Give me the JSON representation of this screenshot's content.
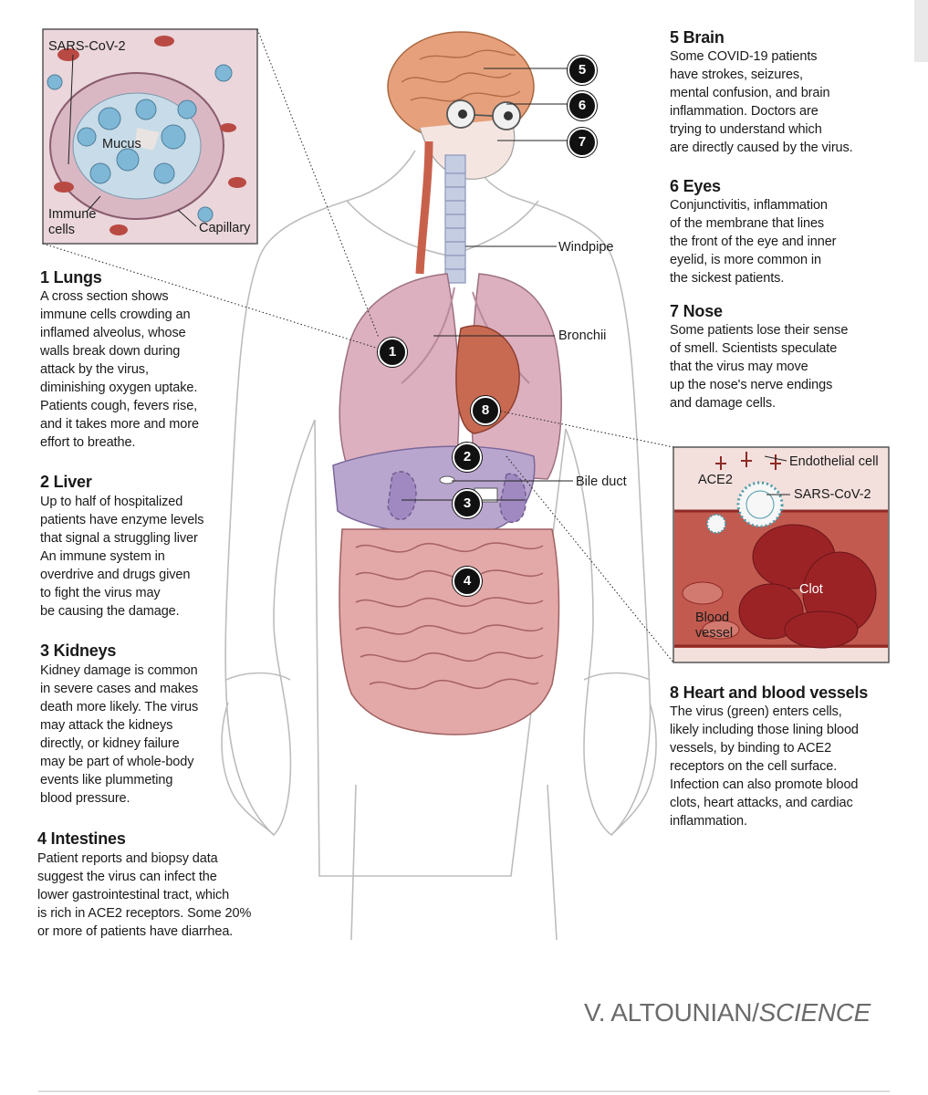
{
  "sections": {
    "lungs": {
      "title": "1 Lungs",
      "body": "A cross section shows\nimmune cells crowding an\ninflamed alveolus, whose\nwalls break down during\nattack by the virus,\ndiminishing oxygen uptake.\nPatients cough, fevers rise,\nand it takes more and more\neffort to breathe."
    },
    "liver": {
      "title": "2 Liver",
      "body": "Up to half of hospitalized\npatients have enzyme levels\nthat signal a struggling liver\nAn immune system in\noverdrive and drugs given\nto fight the virus may\nbe causing the damage."
    },
    "kidneys": {
      "title": "3 Kidneys",
      "body": "Kidney damage is common\nin severe cases and makes\ndeath more likely. The virus\nmay attack the kidneys\ndirectly, or kidney failure\nmay be part of whole-body\nevents like plummeting\nblood pressure."
    },
    "intestines": {
      "title": "4 Intestines",
      "body": "Patient reports and biopsy data\nsuggest the virus can infect the\nlower gastrointestinal tract, which\nis rich in ACE2 receptors. Some 20%\nor more of patients have diarrhea."
    },
    "brain": {
      "title": "5 Brain",
      "body": "Some COVID-19 patients\nhave strokes, seizures,\nmental confusion, and brain\ninflammation. Doctors are\ntrying to understand which\nare directly caused by the virus."
    },
    "eyes": {
      "title": "6 Eyes",
      "body": "Conjunctivitis, inflammation\nof the membrane that lines\nthe front of the eye and inner\neyelid, is more common in\nthe sickest patients."
    },
    "nose": {
      "title": "7 Nose",
      "body": "Some patients lose their sense\nof smell. Scientists speculate\nthat the virus may move\nup the nose's nerve endings\nand damage cells."
    },
    "heart": {
      "title": "8 Heart and blood vessels",
      "body": "The virus (green) enters cells,\nlikely including those lining blood\nvessels, by binding to ACE2\nreceptors on the cell surface.\nInfection can also promote blood\nclots, heart attacks, and cardiac\ninflammation."
    }
  },
  "labels": {
    "windpipe": "Windpipe",
    "bronchii": "Bronchii",
    "bile_duct": "Bile duct"
  },
  "lung_inset": {
    "sars": "SARS-CoV-2",
    "mucus": "Mucus",
    "immune": "Immune\ncells",
    "capillary": "Capillary"
  },
  "vessel_inset": {
    "endothelial": "Endothelial cell",
    "ace2": "ACE2",
    "sars": "SARS-CoV-2",
    "clot": "Clot",
    "vessel": "Blood\nvessel"
  },
  "badges": [
    "1",
    "2",
    "3",
    "4",
    "5",
    "6",
    "7",
    "8"
  ],
  "credit": {
    "name": "V. ALTOUNIAN/",
    "source": "SCIENCE"
  },
  "colors": {
    "organ": "#e3a9a8",
    "lung": "#dcb4c0",
    "kidney": "#b9a6cf",
    "brain": "#e29a72",
    "clot": "#8e1e22",
    "vessel": "#c0504d",
    "virus": "#4a9aa8"
  }
}
